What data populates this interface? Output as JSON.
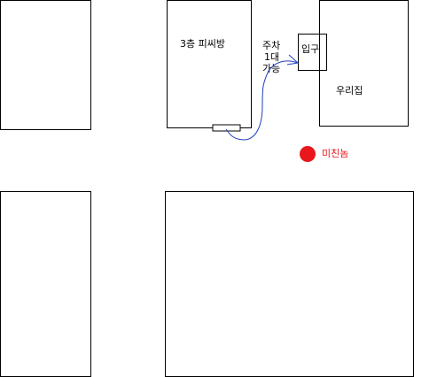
{
  "buildings": {
    "pc_bang": "3층 피씨방",
    "our_house": "우리집"
  },
  "entrance": "입구",
  "parking_note": [
    "주차",
    "1대",
    "가능"
  ],
  "marker": {
    "label": "미친놈",
    "color": "#e8171c"
  },
  "route_color": "#1f3fbf"
}
